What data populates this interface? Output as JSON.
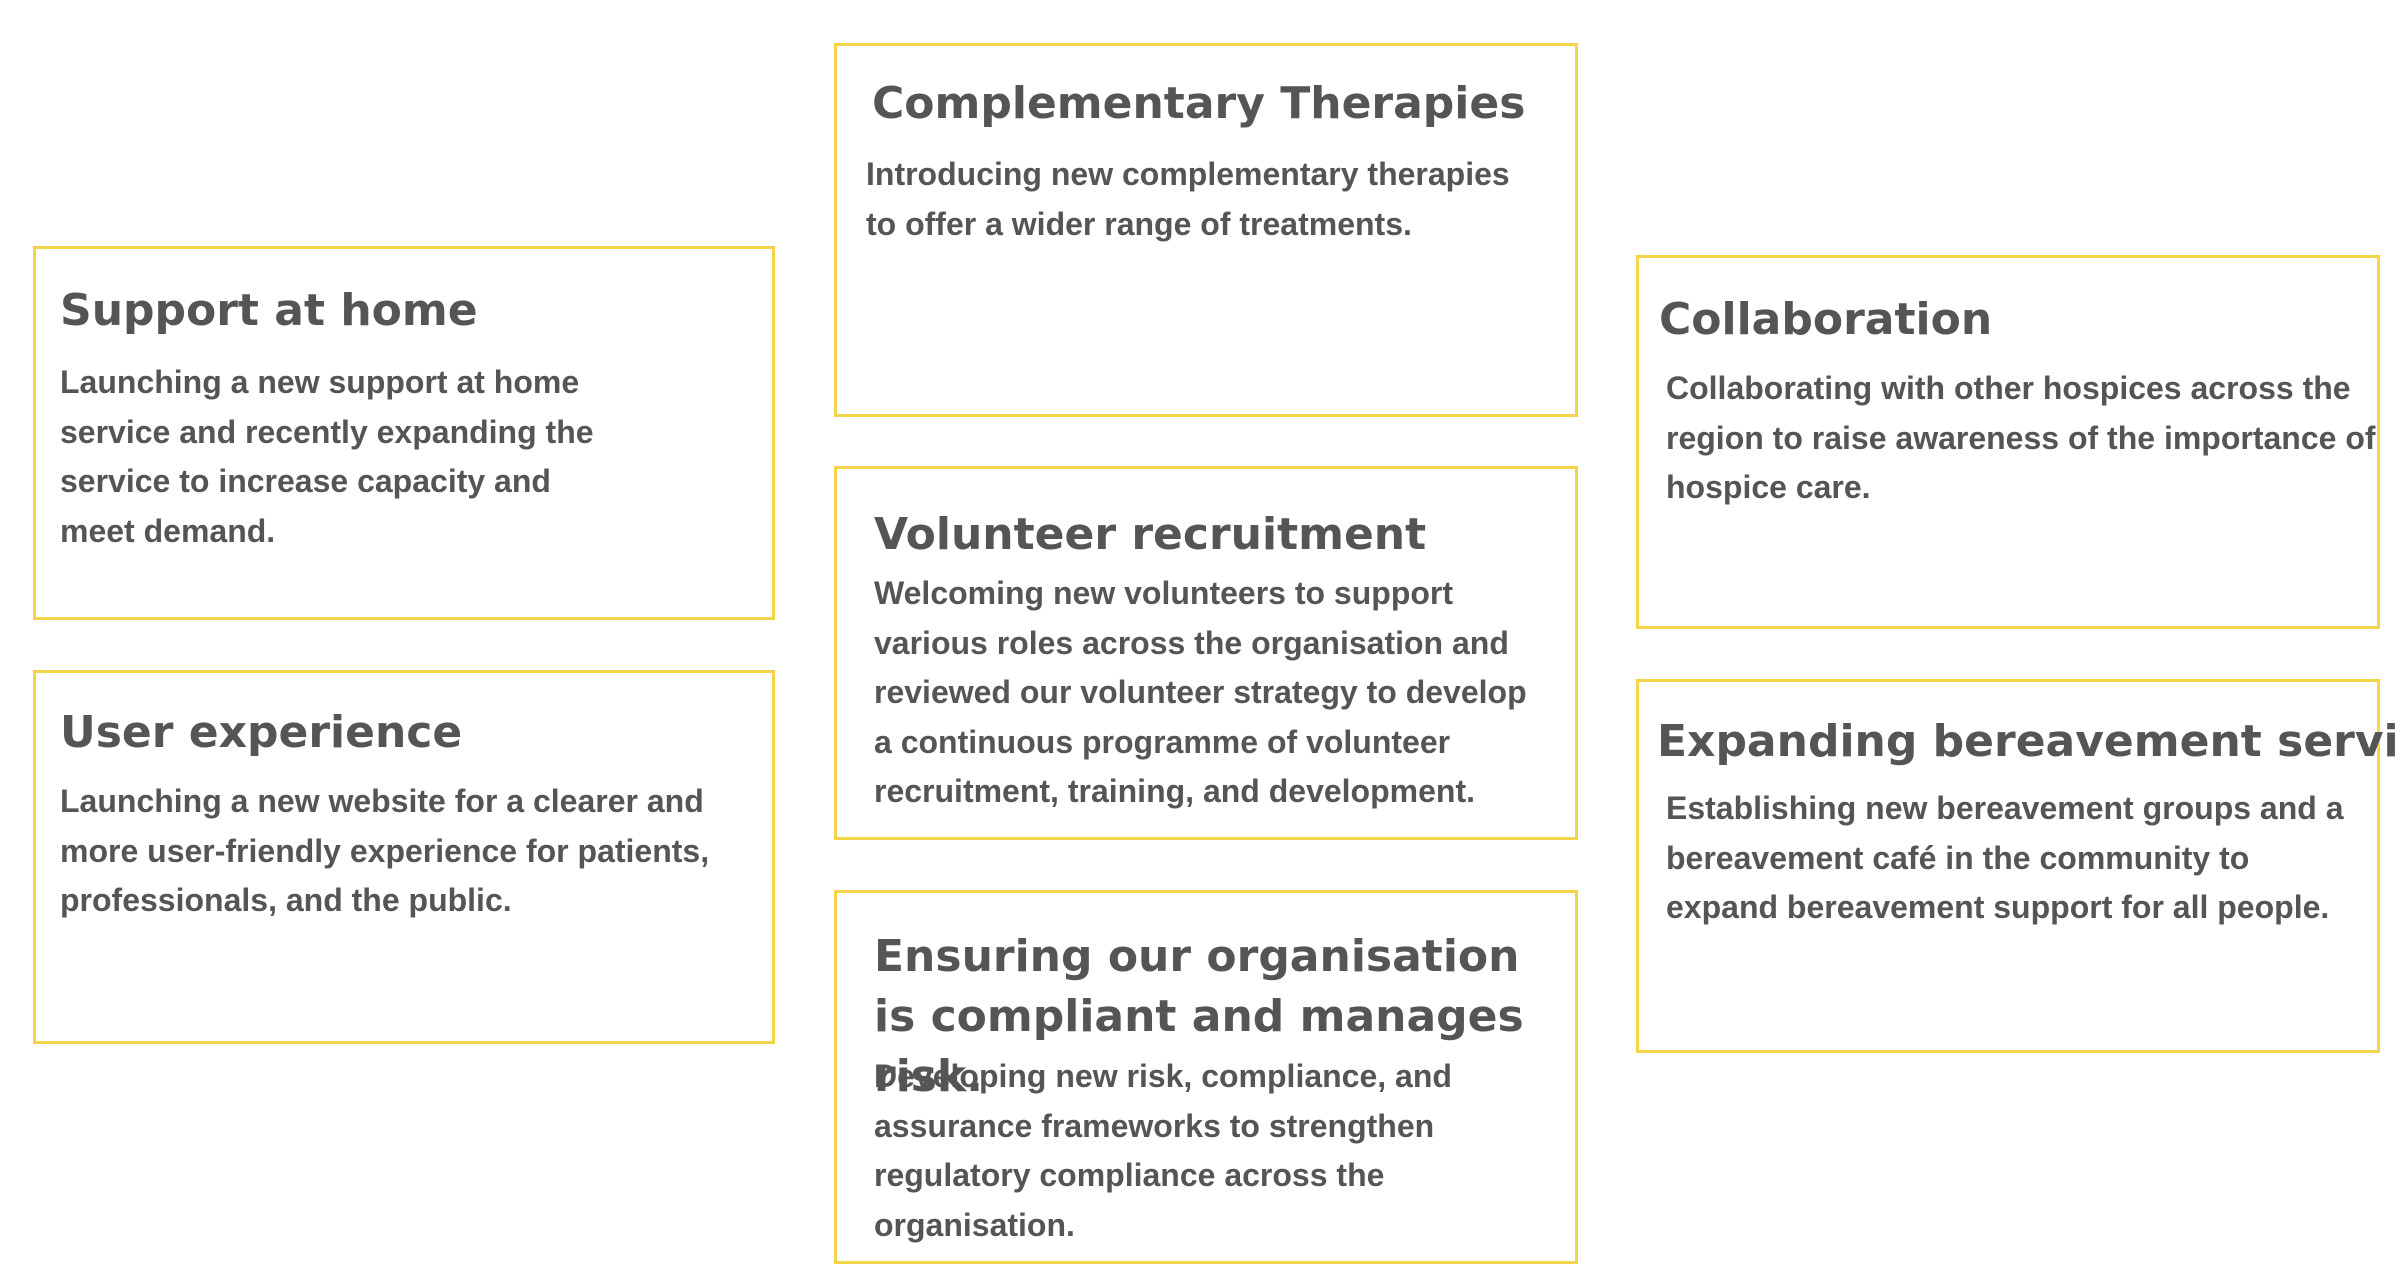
{
  "cards": {
    "support_at_home": {
      "title": "Support at home",
      "body": "Launching a new support at home\nservice and recently expanding the\nservice to increase capacity and\nmeet demand."
    },
    "user_experience": {
      "title": "User experience",
      "body": "Launching a new website for a clearer and\nmore user-friendly experience for patients,\nprofessionals, and the public."
    },
    "complementary_therapies": {
      "title": "Complementary Therapies",
      "body": "Introducing new complementary therapies\nto offer a wider range of treatments."
    },
    "volunteer_recruitment": {
      "title": "Volunteer recruitment",
      "body": "Welcoming new volunteers to support\nvarious roles across the organisation and\nreviewed our volunteer strategy to develop\na continuous programme of volunteer\nrecruitment, training, and development."
    },
    "compliance": {
      "title": "Ensuring our organisation is compliant and manages risk.",
      "body": "Developing new risk, compliance, and\nassurance frameworks to strengthen\nregulatory compliance across the\norganisation."
    },
    "collaboration": {
      "title": "Collaboration",
      "body": "Collaborating with other hospices across the\nregion to raise awareness of the importance of\nhospice care."
    },
    "bereavement": {
      "title": "Expanding bereavement services",
      "body": "Establishing new bereavement groups and a\nbereavement café in the community to\nexpand bereavement support for all people."
    }
  },
  "colors": {
    "border": "#f6d44a",
    "text": "#555555",
    "background": "#ffffff"
  }
}
